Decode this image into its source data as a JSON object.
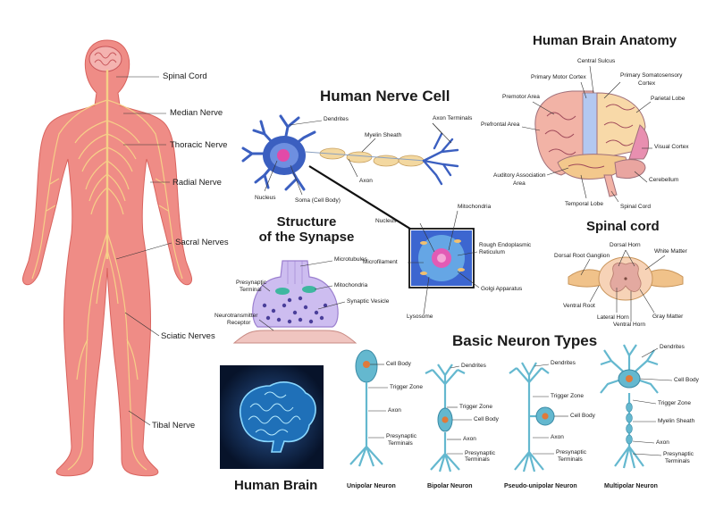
{
  "body": {
    "labels": [
      "Spinal Cord",
      "Median Nerve",
      "Thoracic Nerve",
      "Radial Nerve",
      "Sacral Nerves",
      "Sciatic Nerves",
      "Tibal Nerve"
    ]
  },
  "nerve_cell": {
    "title": "Human Nerve Cell",
    "labels": [
      "Dendrites",
      "Myelin Sheath",
      "Axon Terminals",
      "Nucleus",
      "Soma (Cell Body)",
      "Axon"
    ]
  },
  "cell_detail": {
    "labels": [
      "Nucleus",
      "Mitochondria",
      "Rough Endoplasmic",
      "Reticulum",
      "Microfilament",
      "Golgi Apparatus",
      "Lysosome"
    ]
  },
  "synapse": {
    "title_line1": "Structure",
    "title_line2": "of the Synapse",
    "labels": [
      "Microtubules",
      "Presynaptic",
      "Terminal",
      "Mitochondria",
      "Synaptic Vesicle",
      "Neurotransmitter",
      "Receptor"
    ]
  },
  "brain_anatomy": {
    "title": "Human Brain Anatomy",
    "labels": [
      "Central Sulcus",
      "Primary Motor Cortex",
      "Primary Somatosensory",
      "Cortex",
      "Premotor Area",
      "Parietal Lobe",
      "Prefrontal Area",
      "Visual Cortex",
      "Auditory Association",
      "Area",
      "Cerebellum",
      "Temporal Lobe",
      "Spinal Cord"
    ]
  },
  "spinal_cord": {
    "title": "Spinal cord",
    "labels": [
      "Dorsal Horn",
      "Dorsal Root Ganglion",
      "White Matter",
      "Ventral Root",
      "Lateral Horn",
      "Ventral Horn",
      "Gray Matter"
    ]
  },
  "human_brain": {
    "title": "Human Brain"
  },
  "neuron_types": {
    "title": "Basic Neuron Types",
    "unipolar": {
      "name": "Unipolar Neuron",
      "labels": [
        "Cell Body",
        "Trigger Zone",
        "Axon",
        "Presynaptic",
        "Terminals"
      ]
    },
    "bipolar": {
      "name": "Bipolar Neuron",
      "labels": [
        "Dendrites",
        "Trigger Zone",
        "Cell Body",
        "Axon",
        "Presynaptic Terminals"
      ]
    },
    "pseudo": {
      "name": "Pseudo-unipolar Neuron",
      "labels": [
        "Dendrites",
        "Trigger Zone",
        "Cell Body",
        "Axon",
        "Presynaptic",
        "Terminals"
      ]
    },
    "multipolar": {
      "name": "Multipolar Neuron",
      "labels": [
        "Dendrites",
        "Cell Body",
        "Trigger Zone",
        "Myelin Sheath",
        "Axon",
        "Presynaptic",
        "Terminals"
      ]
    }
  },
  "colors": {
    "body": "#ef8c86",
    "body_line": "#d9645f",
    "nerve": "#f6cf88",
    "neuron_blue": "#3b5fc0",
    "neuron_cyan": "#64b8cf",
    "myelin": "#f3d8a0",
    "brain_pink": "#f2b3a6",
    "synapse_purple": "#9b7fcf",
    "cord_orange": "#f0c28a",
    "dark_panel": "#0c1e3a",
    "glow": "#6fc8ff"
  }
}
